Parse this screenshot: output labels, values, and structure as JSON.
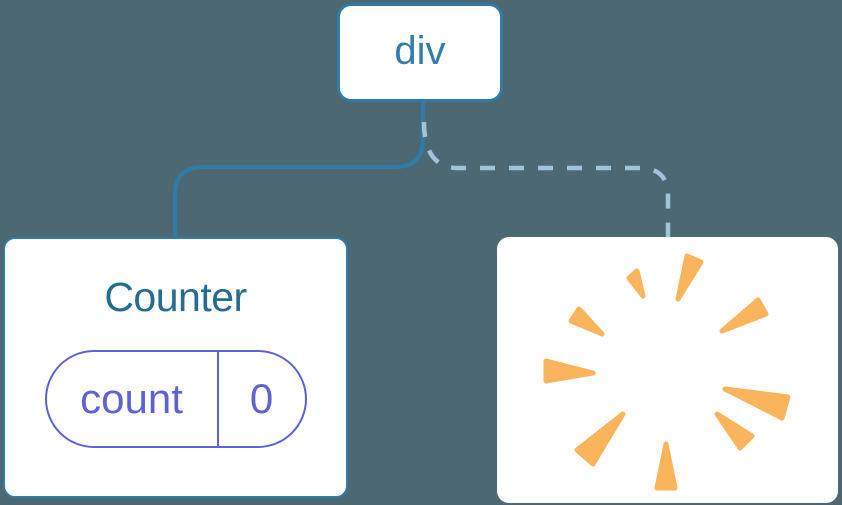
{
  "diagram": {
    "description": "component-tree-diagram",
    "background_color": "#4C6872",
    "root_node": {
      "label": "div"
    },
    "counter_node": {
      "title": "Counter",
      "state_pill": {
        "name": "count",
        "value": "0"
      }
    },
    "removed_node": {
      "icon": "poof-explosion-icon"
    },
    "edges": [
      {
        "from": "div",
        "to": "Counter",
        "style": "solid"
      },
      {
        "from": "div",
        "to": "removed",
        "style": "dashed"
      }
    ],
    "colors": {
      "edge_solid": "#2F7CA8",
      "edge_dashed": "#A0C4DC",
      "node_border_blue": "#2F7CA8",
      "div_label": "#337DA8",
      "counter_title": "#266C90",
      "state_purple": "#5E62D2",
      "poof_orange": "#F9B45C",
      "node_background": "#FFFFFF"
    }
  }
}
